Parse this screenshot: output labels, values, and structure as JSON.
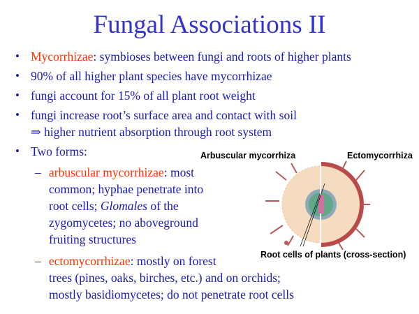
{
  "title": "Fungal Associations II",
  "bullets": {
    "b1_term": "Mycorrhizae",
    "b1_rest": ": symbioses between fungi and roots of higher plants",
    "b2": "90% of all higher plant species have mycorrhizae",
    "b3": "fungi account for 15% of all plant root weight",
    "b4_l1": "fungi increase root’s surface area and contact with soil",
    "b4_l2": "⇒ higher nutrient absorption through root system",
    "b5": "Two forms:"
  },
  "sub": {
    "s1_term": "arbuscular mycorrhizae",
    "s1_l1": ": most",
    "s1_l2": "common; hyphae penetrate into",
    "s1_l3a": "root cells; ",
    "s1_l3i": "Glomales",
    "s1_l3b": " of the",
    "s1_l4": "zygomycetes; no aboveground",
    "s1_l5": "fruiting structures",
    "s2_term": "ectomycorrhizae",
    "s2_l1": ": mostly on forest",
    "s2_l2": "trees (pines, oaks, birches, etc.) and on orchids;",
    "s2_l3": "mostly basidiomycetes; do not penetrate root cells"
  },
  "figure": {
    "label_left": "Arbuscular mycorrhiza",
    "label_right": "Ectomycorrhiza",
    "caption": "Root cells of plants (cross-section)"
  }
}
